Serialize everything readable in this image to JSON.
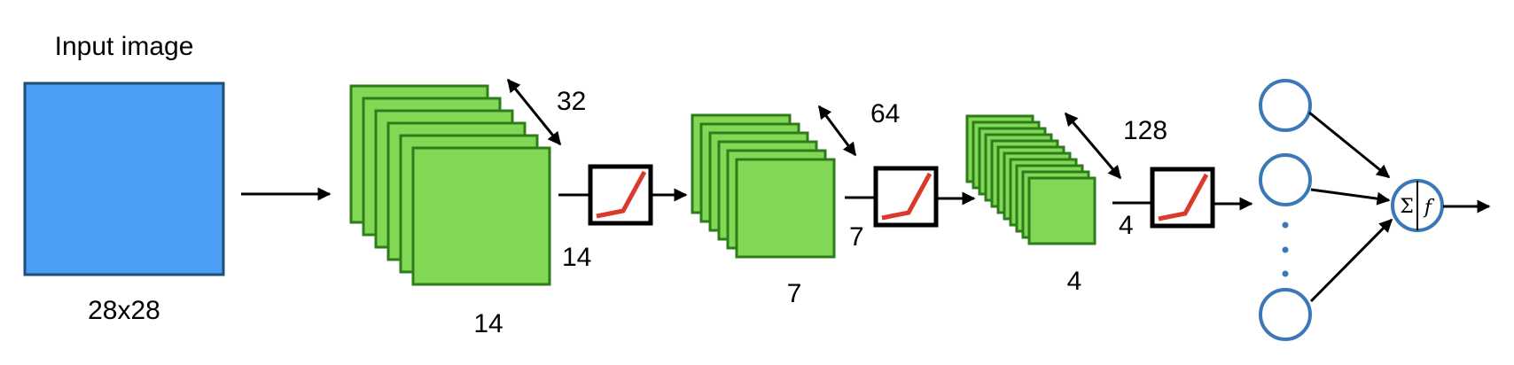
{
  "input": {
    "title": "Input image",
    "size_label": "28x28"
  },
  "conv_blocks": [
    {
      "depth_label": "32",
      "width_label": "14",
      "height_label": "14",
      "map_count": 6
    },
    {
      "depth_label": "64",
      "width_label": "7",
      "height_label": "7",
      "map_count": 6
    },
    {
      "depth_label": "128",
      "width_label": "4",
      "height_label": "4",
      "map_count": 11
    }
  ],
  "activation": {
    "icon": "relu-icon",
    "count": 3
  },
  "neuron": {
    "sum_symbol": "Σ",
    "func_symbol": "f"
  },
  "dense_inputs": {
    "visible_nodes": 3,
    "ellipsis": "⋮"
  },
  "colors": {
    "input_fill": "#4a9ff5",
    "input_stroke": "#1f4e79",
    "map_fill": "#82d855",
    "map_stroke": "#2e7d1a",
    "relu_line": "#d93a2b",
    "node_stroke": "#3a78b8",
    "dots": "#3a78b8",
    "arrow": "#000000"
  }
}
